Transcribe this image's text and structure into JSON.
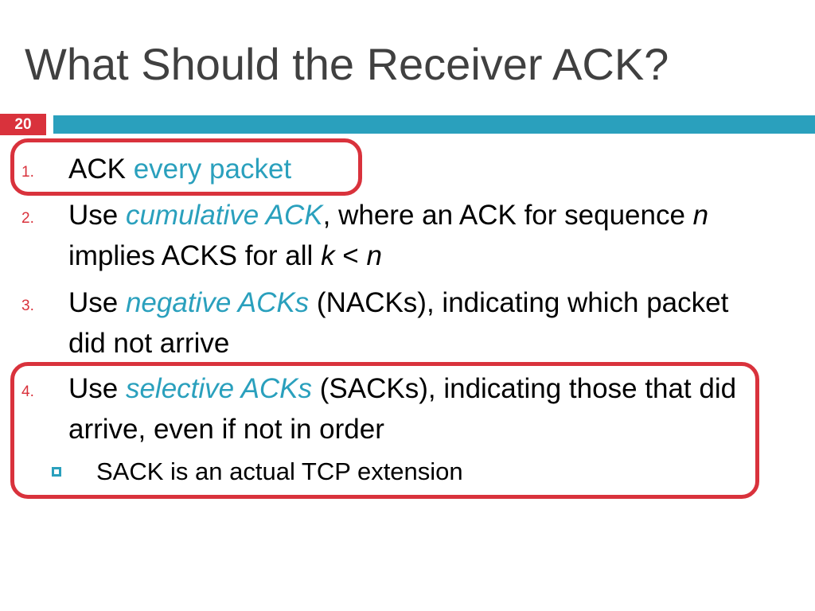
{
  "slide": {
    "title": "What Should the Receiver ACK?",
    "page_number": "20"
  },
  "items": [
    {
      "number": "1.",
      "parts": {
        "a": "ACK ",
        "b": "every packet"
      }
    },
    {
      "number": "2.",
      "parts": {
        "a": "Use ",
        "b": "cumulative ACK",
        "c": ", where an ACK for sequence ",
        "d": "n",
        "e": " implies ACKS for all ",
        "f": "k",
        "g": " < ",
        "h": "n"
      }
    },
    {
      "number": "3.",
      "parts": {
        "a": "Use ",
        "b": "negative ACKs",
        "c": " (NACKs), indicating which packet did not arrive"
      }
    },
    {
      "number": "4.",
      "parts": {
        "a": "Use ",
        "b": "selective ACKs",
        "c": " (SACKs), indicating those that did arrive, even if not in order"
      }
    }
  ],
  "subitem": {
    "text": "SACK is an actual TCP extension"
  },
  "colors": {
    "accent": "#2aa0bd",
    "highlight": "#d9323c",
    "title": "#404040"
  }
}
